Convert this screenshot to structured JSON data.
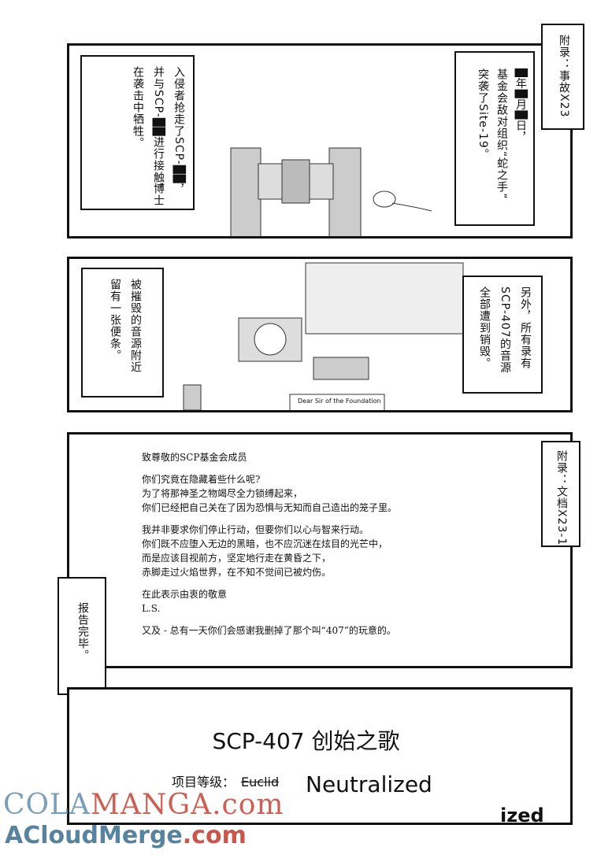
{
  "panel1": {
    "right_caption": "附录：事故X23",
    "box_right_lines": [
      "█年█月█日，",
      "基金会敌对组织“蛇之手”",
      "突袭了Site-19。"
    ],
    "box_left_lines": [
      "入侵者抢走了SCP-██，",
      "并与SCP-██进行接触，",
      "在袭击中牺牲。"
    ],
    "box_left_extra": "博士"
  },
  "panel2": {
    "box_right_lines": [
      "另外，所有录有",
      "SCP-407的音源",
      "全部遭到销毁。"
    ],
    "box_left_lines": [
      "被摧毁的音源附近",
      "留有一张便条。"
    ],
    "note_text": "Dear Sir of the Foundation"
  },
  "panel3": {
    "right_caption": "附录：文档X23-1",
    "left_caption": "报告完毕。",
    "letter": [
      "致尊敬的SCP基金会成员",
      "你们究竟在隐藏着些什么呢?\n为了将那神圣之物竭尽全力锁缚起来，\n你们已经把自己关在了因为恐惧与无知而自己造出的笼子里。",
      "我并非要求你们停止行动，但要你们以心与智来行动。\n你们既不应堕入无边的黑暗，也不应沉迷在炫目的光芒中，\n而是应该目视前方，坚定地行走在黄昏之下，\n赤脚走过火焰世界，在不知不觉间已被灼伤。",
      "在此表示由衷的敬意\nL.S.",
      "又及 - 总有一天你们会感谢我删掉了那个叫“407”的玩意的。"
    ]
  },
  "panel4": {
    "title": "SCP-407 创始之歌",
    "class_label": "项目等级：",
    "class_old": "Euclid",
    "class_new": "Neutralized",
    "corner_text": "ized"
  },
  "watermark": {
    "line1_a": "COLA",
    "line1_b": "MANGA",
    "line1_c": ".com",
    "line2_a": "ACloudMerge",
    "line2_b": ".com"
  }
}
